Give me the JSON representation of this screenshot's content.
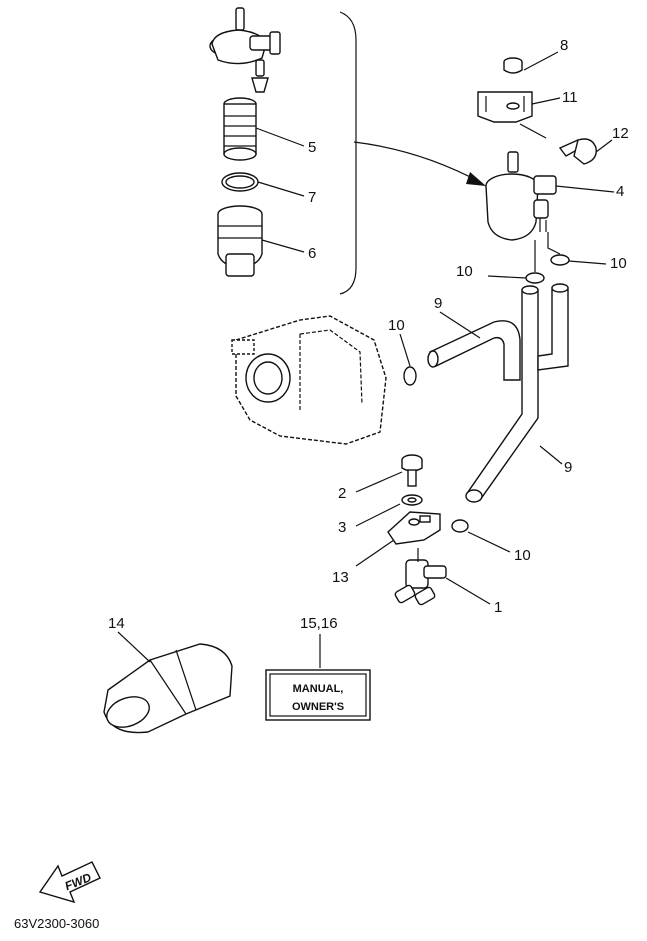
{
  "callouts": {
    "c1": "1",
    "c2": "2",
    "c3": "3",
    "c4": "4",
    "c5": "5",
    "c6": "6",
    "c7": "7",
    "c8": "8",
    "c9a": "9",
    "c9b": "9",
    "c10a": "10",
    "c10b": "10",
    "c10c": "10",
    "c10d": "10",
    "c11": "11",
    "c12": "12",
    "c13": "13",
    "c14": "14",
    "c15_16": "15,16"
  },
  "manual_label": {
    "line1": "MANUAL,",
    "line2": "OWNER'S"
  },
  "fwd_label": "FWD",
  "drawing_code": "63V2300-3060",
  "colors": {
    "ink": "#111111",
    "paper": "#ffffff"
  }
}
